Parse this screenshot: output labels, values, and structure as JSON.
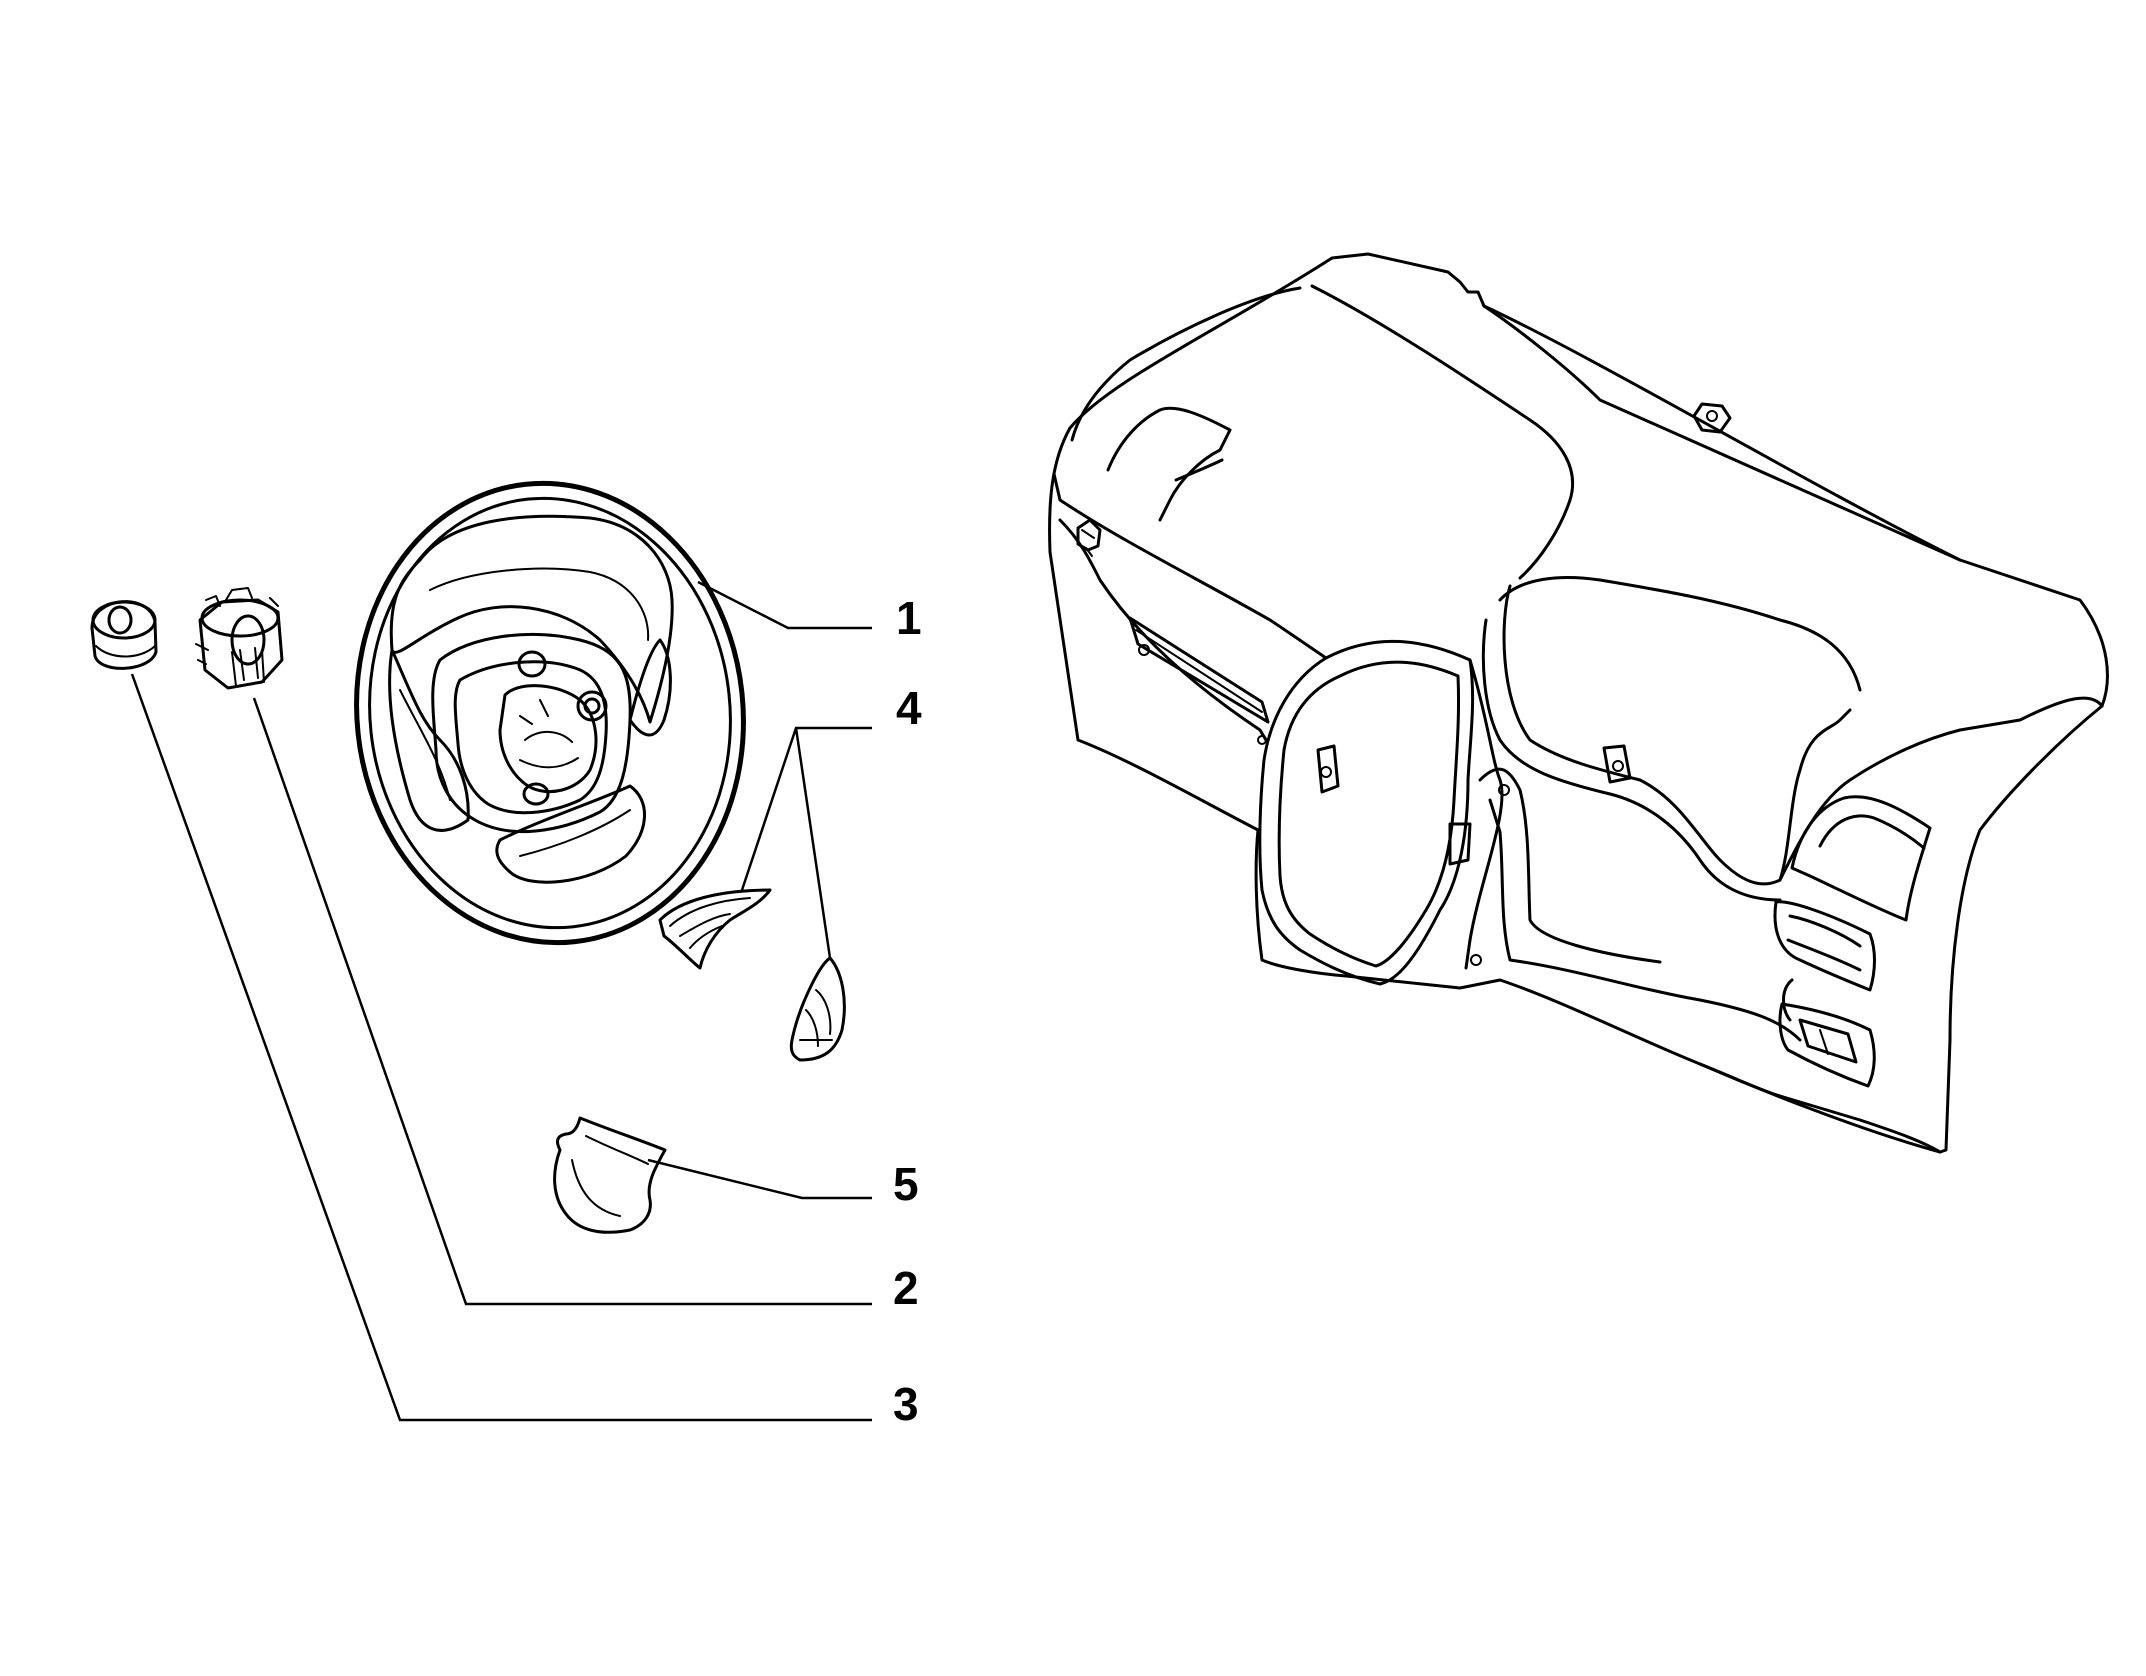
{
  "callouts": [
    {
      "id": "1",
      "label": "1",
      "part": "steering-wheel"
    },
    {
      "id": "2",
      "label": "2",
      "part": "steering-nut"
    },
    {
      "id": "3",
      "label": "3",
      "part": "washer"
    },
    {
      "id": "4",
      "label": "4",
      "part": "control-buttons"
    },
    {
      "id": "5",
      "label": "5",
      "part": "spoke-cover"
    }
  ],
  "colors": {
    "line": "#000000",
    "background": "#ffffff"
  }
}
